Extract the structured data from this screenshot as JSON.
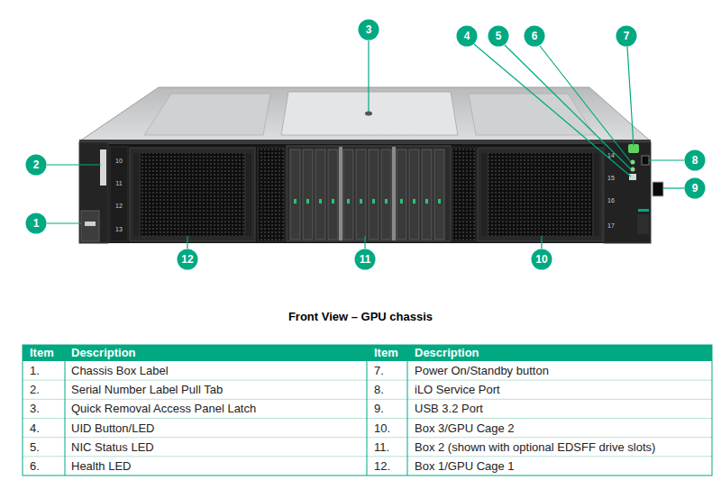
{
  "diagram": {
    "title": "Front View – GPU chassis",
    "nodes": [
      {
        "text": [
          "1"
        ]
      },
      {
        "text": [
          "2"
        ]
      },
      {
        "text": [
          "3"
        ]
      },
      {
        "text": [
          "4"
        ]
      },
      {
        "text": [
          "5"
        ]
      },
      {
        "text": [
          "6"
        ]
      },
      {
        "text": [
          "7"
        ]
      },
      {
        "text": [
          "8"
        ]
      },
      {
        "text": [
          "9"
        ]
      },
      {
        "text": [
          "10"
        ]
      },
      {
        "text": [
          "11"
        ]
      },
      {
        "text": [
          "12"
        ]
      }
    ],
    "labels": [
      "10",
      "11",
      "12",
      "13",
      "14",
      "15",
      "16",
      "17",
      "Item",
      "Description",
      "Item",
      "Description",
      "1.",
      "Chassis Box Label",
      "7.",
      "Power On/Standby button",
      "2.",
      "Serial Number Label Pull Tab",
      "8.",
      "iLO Service Port",
      "3.",
      "Quick Removal Access Panel Latch",
      "9.",
      "USB 3.2 Port",
      "4.",
      "UID Button/LED",
      "10.",
      "Box 3/GPU Cage 2",
      "5.",
      "NIC Status LED",
      "11.",
      "Box 2 (shown with optional EDSFF drive slots)",
      "6.",
      "Health LED",
      "12.",
      "Box 1/GPU Cage 1"
    ]
  }
}
